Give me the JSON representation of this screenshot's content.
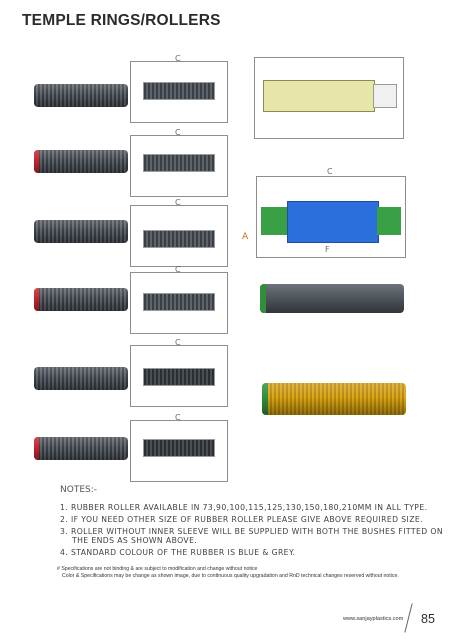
{
  "header": {
    "title": "TEMPLE RINGS/ROLLERS"
  },
  "notes": {
    "label": "NOTES:-",
    "items": [
      "1. RUBBER ROLLER AVAILABLE IN 73,90,100,115,125,130,150,180,210MM IN ALL TYPE.",
      "2. IF YOU NEED OTHER SIZE OF RUBBER ROLLER PLEASE GIVE ABOVE REQUIRED SIZE.",
      "3. ROLLER WITHOUT INNER SLEEVE WILL BE SUPPLIED WITH BOTH THE BUSHES FITTED ON",
      "THE ENDS AS SHOWN ABOVE.",
      "4. STANDARD COLOUR OF THE RUBBER IS BLUE & GREY."
    ]
  },
  "disclaimer": {
    "line1": "# Specifications are not binding & are subject to modification and change without notice",
    "line2": "Color & Specifications may be change as shown image, due to continuous quality upgradation and RnD technical changes reserved without notice."
  },
  "footer": {
    "url": "www.sanjayplastics.com",
    "page_number": "85"
  },
  "drawings": {
    "label_c": "C",
    "label_f": "F",
    "label_a": "A"
  },
  "colors": {
    "rubber_grey": "#4a5057",
    "cap_red": "#c8232c",
    "cap_green": "#2f8f3a",
    "sleeve_blue": "#2a6fdb",
    "yellow_rubber": "#c99a12"
  }
}
